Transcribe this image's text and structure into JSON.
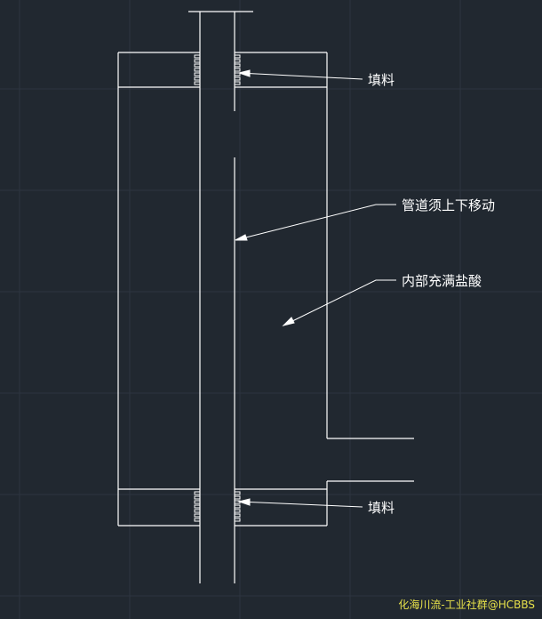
{
  "labels": {
    "packing_top": "填料",
    "pipe_move": "管道须上下移动",
    "acid_inside": "内部充满盐酸",
    "packing_bottom": "填料"
  },
  "watermark": "化海川流-工业社群@HCBBS",
  "colors": {
    "background": "#212830",
    "grid": "#2d3540",
    "line": "#ffffff",
    "watermark": "#e8e24a"
  }
}
